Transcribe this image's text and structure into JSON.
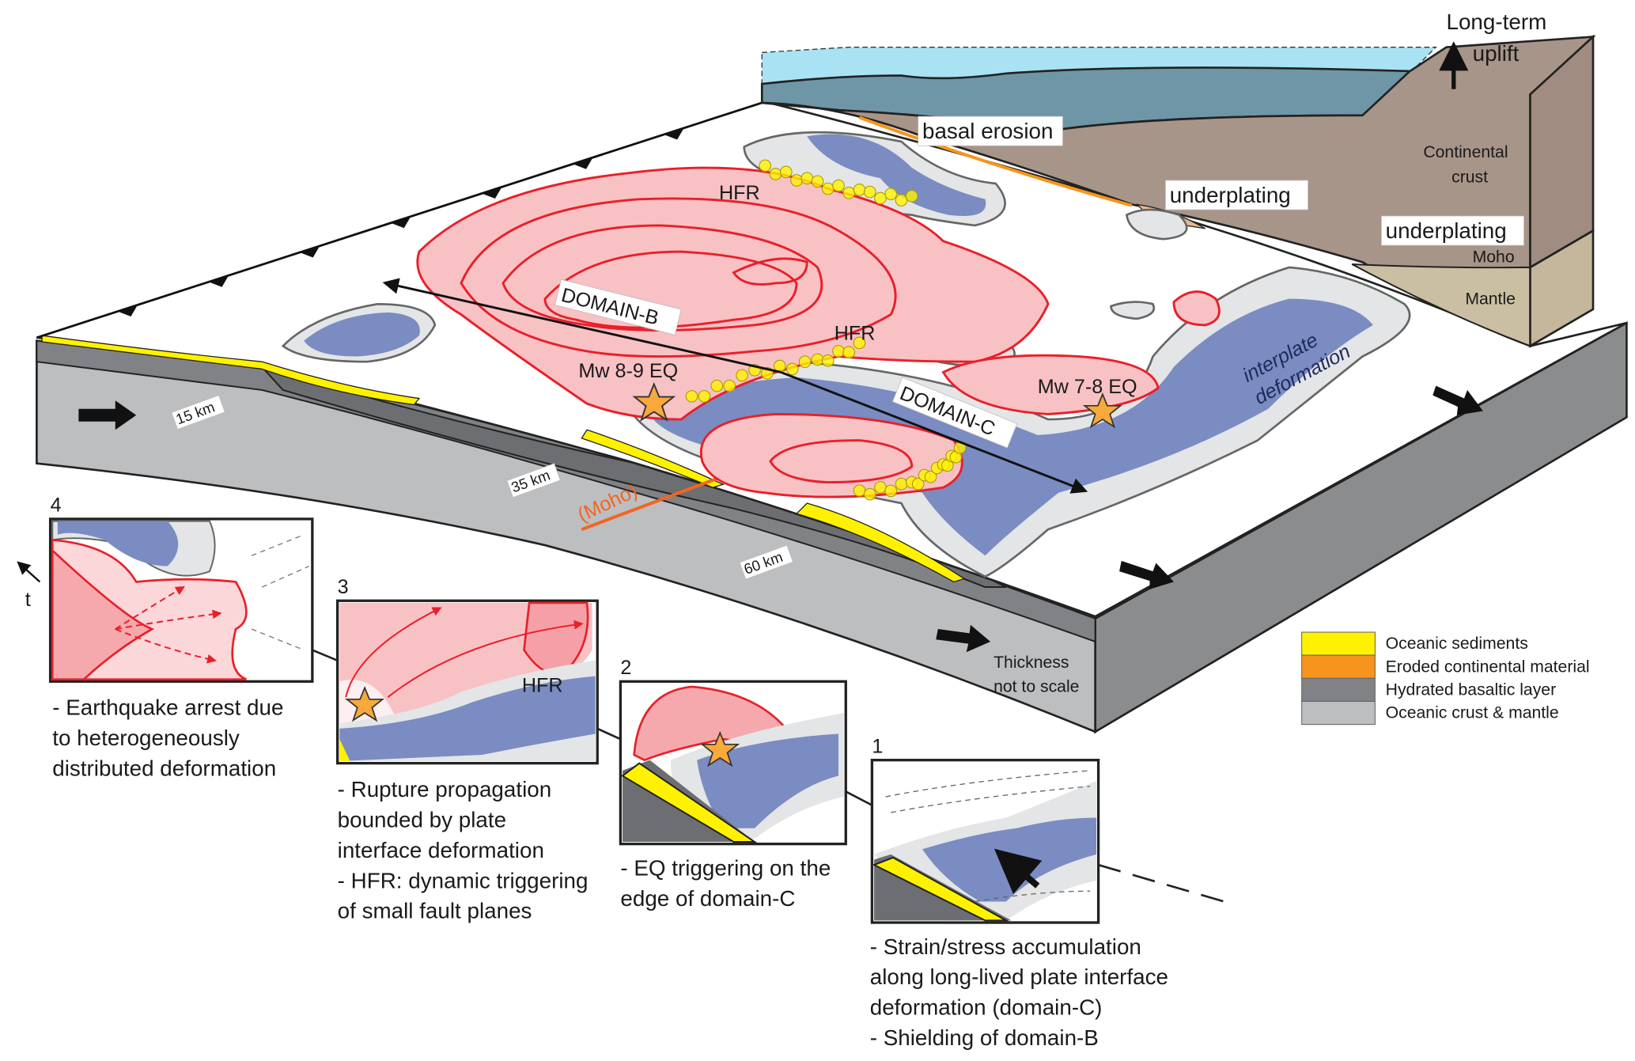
{
  "labels": {
    "long_term": "Long-term",
    "uplift": "uplift",
    "basal_erosion": "basal erosion",
    "underplating_1": "underplating",
    "underplating_2": "underplating",
    "continental_crust_1": "Continental",
    "continental_crust_2": "crust",
    "moho": "Moho",
    "mantle": "Mantle",
    "hfr_1": "HFR",
    "hfr_2": "HFR",
    "domain_b": "DOMAIN-B",
    "domain_c": "DOMAIN-C",
    "mw_89": "Mw 8-9 EQ",
    "mw_78": "Mw 7-8 EQ",
    "interplate_1": "interplate",
    "interplate_2": "deformation",
    "depth_15": "15 km",
    "depth_35": "35 km",
    "depth_60": "60 km",
    "moho_slab": "(Moho)",
    "thickness_1": "Thickness",
    "thickness_2": "not to scale",
    "time_axis": "t"
  },
  "legend": [
    {
      "label": "Oceanic sediments",
      "color": "#fff200"
    },
    {
      "label": "Eroded continental material",
      "color": "#f7941d"
    },
    {
      "label": "Hydrated basaltic layer",
      "color": "#808285"
    },
    {
      "label": "Oceanic crust & mantle",
      "color": "#bcbec0"
    }
  ],
  "insets": [
    {
      "number": "1",
      "caption": [
        "- Strain/stress accumulation",
        "along long-lived plate interface",
        "deformation (domain-C)",
        "- Shielding of domain-B"
      ]
    },
    {
      "number": "2",
      "caption": [
        "- EQ triggering on the",
        "edge of domain-C"
      ],
      "hfr": ""
    },
    {
      "number": "3",
      "caption": [
        "- Rupture propagation",
        "bounded by plate",
        "interface deformation",
        "- HFR: dynamic triggering",
        "of small fault planes"
      ],
      "hfr": "HFR"
    },
    {
      "number": "4",
      "caption": [
        "- Earthquake arrest due",
        "to  heterogeneously",
        "distributed deformation"
      ]
    }
  ],
  "colors": {
    "rupture": "#f8c1c4",
    "rupture_line": "#e8202a",
    "deformation": "#7a8cc2",
    "halo": "#e3e5e6",
    "crust": "#a89589",
    "mantle": "#cbbfa3",
    "sea": "#a9e2f3",
    "water": "#6f96a6",
    "star": "#f7a93b"
  }
}
